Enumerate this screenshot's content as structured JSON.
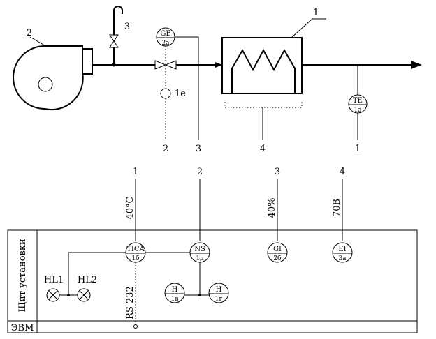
{
  "process": {
    "callouts": {
      "heater": "1",
      "fan": "2",
      "valve": "3"
    },
    "instruments": [
      {
        "id": "ge",
        "top": "GE",
        "bottom": "2а"
      },
      {
        "id": "te",
        "top": "TE",
        "bottom": "1а"
      }
    ],
    "element_1e": "1е",
    "line_numbers": [
      "2",
      "3",
      "4",
      "1"
    ]
  },
  "signals": {
    "numbers": [
      "1",
      "2",
      "3",
      "4"
    ],
    "values": [
      "40°С",
      "40%",
      "70В"
    ]
  },
  "panel": {
    "title": "Щит установки",
    "computer_label": "ЭВМ",
    "interface": "RS 232",
    "lamps": [
      "HL1",
      "HL2"
    ],
    "instruments": [
      {
        "id": "tica",
        "top": "TICA",
        "bottom": "1б"
      },
      {
        "id": "ns",
        "top": "NS",
        "bottom": "1д"
      },
      {
        "id": "gi",
        "top": "GI",
        "bottom": "2б"
      },
      {
        "id": "ei",
        "top": "EI",
        "bottom": "3а"
      },
      {
        "id": "h1",
        "top": "H",
        "bottom": "1в"
      },
      {
        "id": "h2",
        "top": "H",
        "bottom": "1г"
      }
    ]
  }
}
